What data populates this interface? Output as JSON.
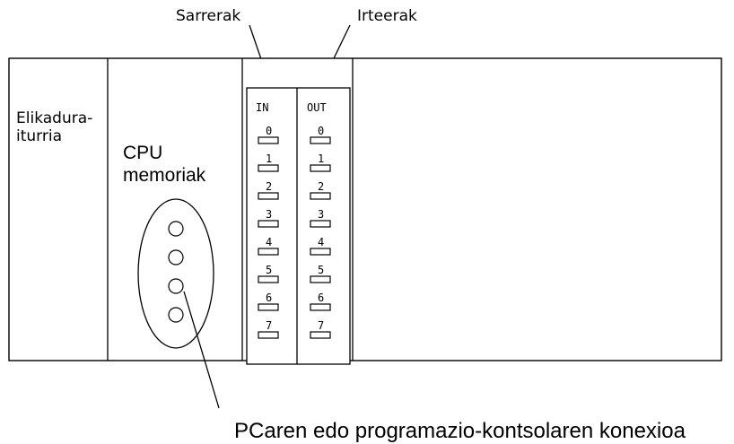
{
  "labels": {
    "inputs_callout": "Sarrerak",
    "outputs_callout": "Irteerak",
    "power_supply_line1": "Elikadura-",
    "power_supply_line2": "iturria",
    "cpu_line1": "CPU",
    "cpu_line2": "memoriak",
    "in_header": "IN",
    "out_header": "OUT",
    "connection_caption": "PCaren edo programazio-kontsolaren konexioa"
  },
  "io_channels": [
    "0",
    "1",
    "2",
    "3",
    "4",
    "5",
    "6",
    "7"
  ],
  "port_count": 4,
  "colors": {
    "stroke": "#000000",
    "background": "#ffffff"
  }
}
